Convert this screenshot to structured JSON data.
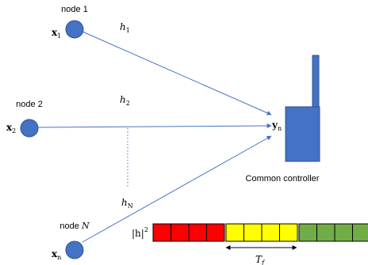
{
  "colors": {
    "node_fill": "#4472c4",
    "node_stroke": "#2f528f",
    "link": "#4472c4",
    "slot_red": "#ff0000",
    "slot_yellow": "#ffff00",
    "slot_green": "#70ad47",
    "text": "#000000"
  },
  "nodes": [
    {
      "name": "node 1",
      "name_italic": "",
      "signal": "x",
      "signal_sub": "1",
      "channel": "h",
      "channel_sub": "1"
    },
    {
      "name": "node 2",
      "name_italic": "",
      "signal": "x",
      "signal_sub": "2",
      "channel": "h",
      "channel_sub": "2"
    },
    {
      "name": "node ",
      "name_italic": "N",
      "signal": "x",
      "signal_sub": "n",
      "channel": "h",
      "channel_sub": "N"
    }
  ],
  "controller": {
    "label": "Common controller",
    "signal": "y",
    "signal_sub": "n"
  },
  "channel_gain": {
    "label_prefix": "|h|",
    "label_exp": "2",
    "slot_groups": [
      {
        "color": "red",
        "count": 4
      },
      {
        "color": "yellow",
        "count": 4
      },
      {
        "color": "green",
        "count": 4
      }
    ]
  },
  "frame": {
    "symbol": "T",
    "sub": "f"
  }
}
